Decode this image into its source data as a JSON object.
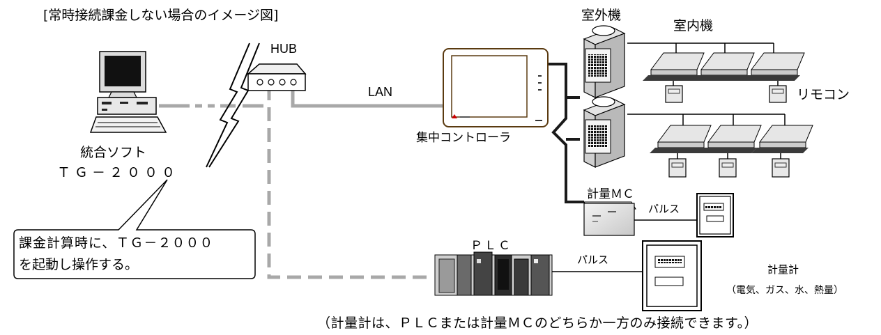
{
  "title": "[常時接続課金しない場合のイメージ図]",
  "labels": {
    "outdoor_unit": "室外機",
    "indoor_unit": "室内機",
    "hub": "HUB",
    "lan": "LAN",
    "central_controller": "集中コントローラ",
    "remote_controller": "リモコン",
    "software_line1": "統合ソフト",
    "software_line2": "ＴＧ－２０００",
    "metering_mc": "計量ＭＣ",
    "pulse_mc": "パルス",
    "pulse_plc": "パルス",
    "plc": "ＰＬＣ",
    "meter": "計量計",
    "meter_types": "（電気、ガス、水、熱量）",
    "callout_line1": "課金計算時に、ＴＧ－２０００",
    "callout_line2": "を起動し操作する。",
    "footnote": "（計量計は、ＰＬＣまたは計量ＭＣのどちらか一方のみ接続できます。）"
  },
  "colors": {
    "line_gray": "#a8a8a8",
    "controller_frame": "#5a3a10",
    "unit_top": "#e6e6e6",
    "unit_base": "#3a3a3a"
  }
}
